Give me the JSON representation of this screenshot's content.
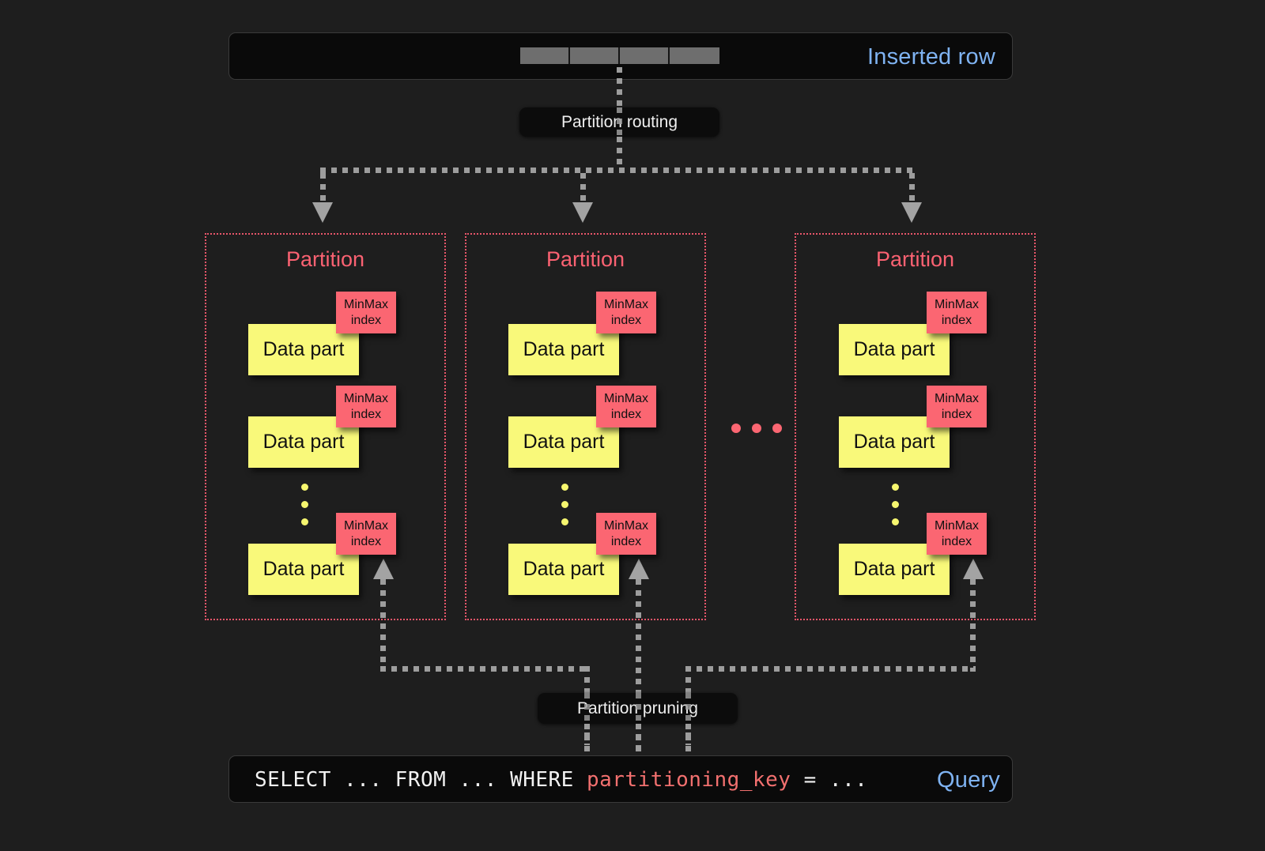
{
  "diagram": {
    "title": "Partitioning: insert routing and query pruning",
    "background_color": "#1e1e1e",
    "accent_colors": {
      "blue_label": "#7fb3f2",
      "partition_red": "#fb6272",
      "minmax_red": "#fb6672",
      "datapart_yellow": "#f9f97a",
      "connector_gray": "#9d9d9d",
      "query_key_red": "#f2706f"
    }
  },
  "inserted_row": {
    "label": "Inserted row",
    "cell_count": 4,
    "cells": [
      "",
      "",
      "",
      ""
    ]
  },
  "routing": {
    "label": "Partition routing"
  },
  "partitions": [
    {
      "title": "Partition",
      "data_parts": [
        {
          "label": "Data part",
          "index_label": "MinMax index"
        },
        {
          "label": "Data part",
          "index_label": "MinMax index"
        },
        {
          "label": "Data part",
          "index_label": "MinMax index"
        }
      ],
      "vertical_ellipsis": "⋮"
    },
    {
      "title": "Partition",
      "data_parts": [
        {
          "label": "Data part",
          "index_label": "MinMax index"
        },
        {
          "label": "Data part",
          "index_label": "MinMax index"
        },
        {
          "label": "Data part",
          "index_label": "MinMax index"
        }
      ],
      "vertical_ellipsis": "⋮"
    },
    {
      "title": "Partition",
      "data_parts": [
        {
          "label": "Data part",
          "index_label": "MinMax index"
        },
        {
          "label": "Data part",
          "index_label": "MinMax index"
        },
        {
          "label": "Data part",
          "index_label": "MinMax index"
        }
      ],
      "vertical_ellipsis": "⋮"
    }
  ],
  "partition_ellipsis": "…",
  "pruning": {
    "label": "Partition pruning"
  },
  "query": {
    "label": "Query",
    "prefix": "SELECT ... FROM ... WHERE ",
    "key": "partitioning_key",
    "suffix": " = ...",
    "full_text": "SELECT ... FROM ... WHERE partitioning_key = ..."
  },
  "minmax_line1": "MinMax",
  "minmax_line2": "index"
}
